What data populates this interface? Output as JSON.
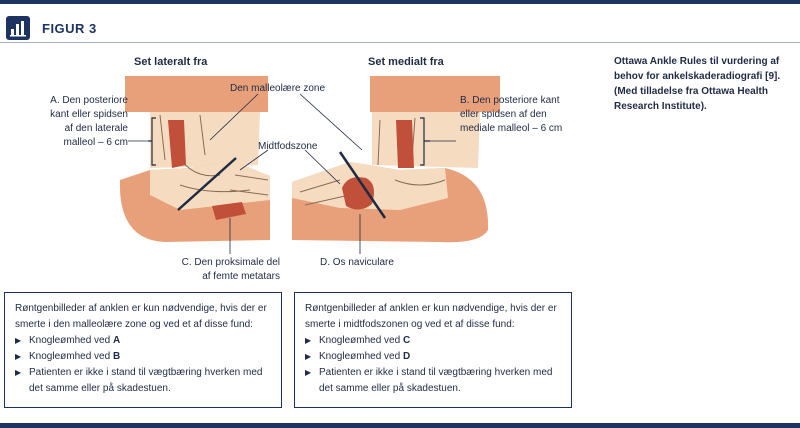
{
  "figure": {
    "label": "FIGUR 3"
  },
  "lateral": {
    "view_title": "Set lateralt fra",
    "label_a": [
      "A. Den posteriore",
      "kant eller spidsen",
      "af den laterale",
      "malleol – 6 cm"
    ],
    "label_c": [
      "C. Den proksimale del",
      "af femte metatars"
    ]
  },
  "medial": {
    "view_title": "Set medialt fra",
    "label_b": [
      "B. Den posteriore kant",
      "eller spidsen af den",
      "mediale malleol – 6 cm"
    ],
    "label_d": [
      "D. Os naviculare"
    ]
  },
  "zones": {
    "malleolar": "Den malleolære zone",
    "midfoot": "Midtfodszone"
  },
  "caption": "Ottawa Ankle Rules til vurdering af behov for ankelskaderadiografi [9]. (Med tilladelse fra Ottawa Health Research Institute).",
  "box_left": {
    "intro": "Røntgenbilleder af anklen er kun nødvendige, hvis der er smerte i den malleolære zone og ved et af disse fund:",
    "items": [
      {
        "text": "Knogleømhed ved ",
        "bold": "A"
      },
      {
        "text": "Knogleømhed ved ",
        "bold": "B"
      },
      {
        "text": "Patienten er ikke i stand til vægtbæring hverken med det samme eller på skadestuen.",
        "bold": ""
      }
    ]
  },
  "box_right": {
    "intro": "Røntgenbilleder af anklen er kun nødvendige, hvis der er smerte i midtfodszonen og ved et af disse fund:",
    "items": [
      {
        "text": "Knogleømhed ved ",
        "bold": "C"
      },
      {
        "text": "Knogleømhed ved ",
        "bold": "D"
      },
      {
        "text": "Patienten er ikke i stand til vægtbæring hverken med det samme eller på skadestuen.",
        "bold": ""
      }
    ]
  },
  "colors": {
    "navy": "#1d3461",
    "zone_orange": "#e8a07a",
    "bone_cream": "#f5dcc0",
    "marker_red": "#c0503a",
    "skin_peach": "#f0b896"
  }
}
